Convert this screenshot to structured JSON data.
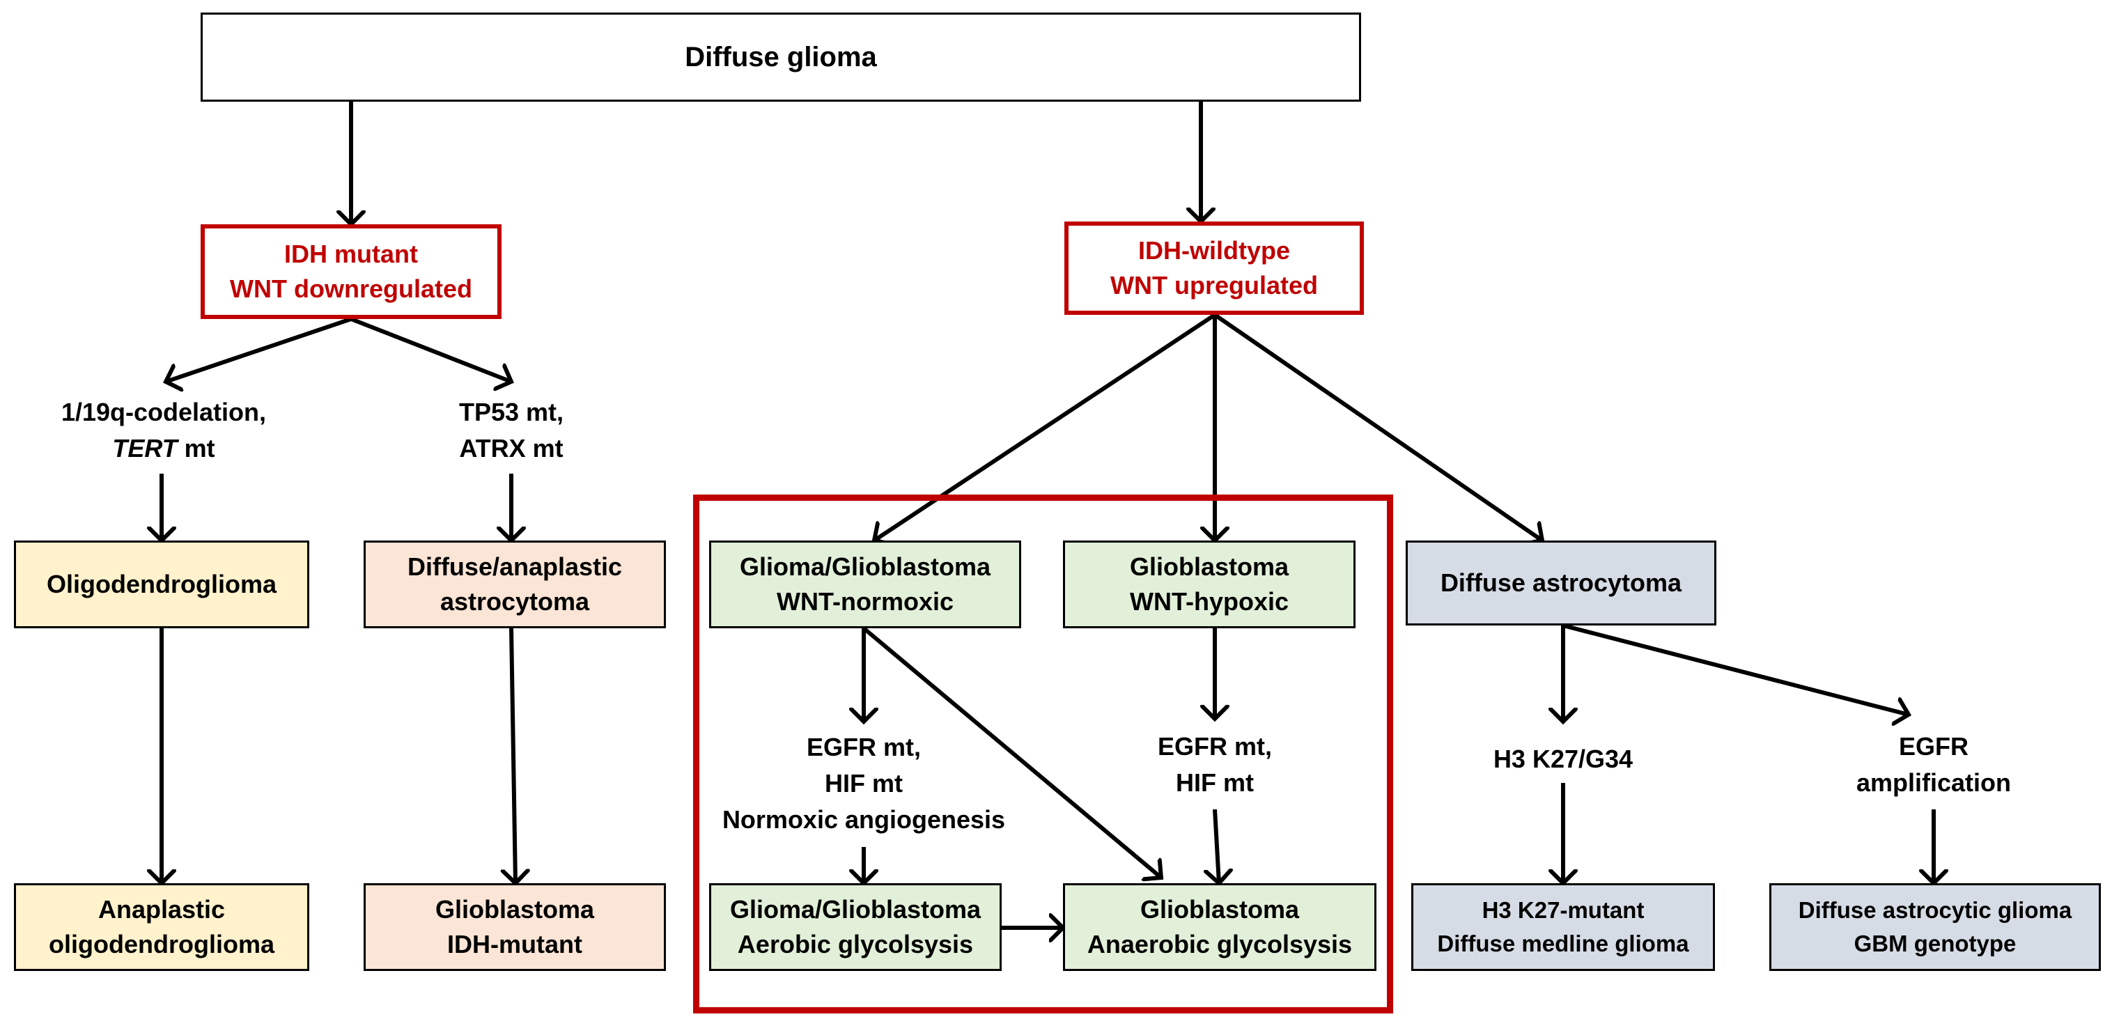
{
  "colors": {
    "red": "#c00000",
    "yellow_fill": "#fff2cc",
    "peach_fill": "#fbe5d6",
    "green_fill": "#e2f0d9",
    "blue_fill": "#d6dce5"
  },
  "root": {
    "label": "Diffuse glioma"
  },
  "idh_mutant": {
    "line1": "IDH mutant",
    "line2": "WNT downregulated"
  },
  "idh_wildtype": {
    "line1": "IDH-wildtype",
    "line2": "WNT upregulated"
  },
  "codeletion_label": {
    "line1": "1/19q-codelation,",
    "line2_italic": "TERT",
    "line2_rest": " mt"
  },
  "tp53_label": {
    "line1": "TP53 mt,",
    "line2": "ATRX mt"
  },
  "oligodendroglioma": {
    "label": "Oligodendroglioma"
  },
  "diffuse_anaplastic": {
    "line1": "Diffuse/anaplastic",
    "line2": "astrocytoma"
  },
  "anaplastic_oligo": {
    "line1": "Anaplastic",
    "line2": "oligodendroglioma"
  },
  "gbm_idh_mutant": {
    "line1": "Glioblastoma",
    "line2": "IDH-mutant"
  },
  "glioma_normoxic": {
    "line1": "Glioma/Glioblastoma",
    "line2": "WNT-normoxic"
  },
  "gbm_hypoxic": {
    "line1": "Glioblastoma",
    "line2": "WNT-hypoxic"
  },
  "egfr_normoxic_label": {
    "line1": "EGFR mt,",
    "line2": "HIF mt",
    "line3": "Normoxic angiogenesis"
  },
  "egfr_hypoxic_label": {
    "line1": "EGFR mt,",
    "line2": "HIF mt"
  },
  "glioma_aerobic": {
    "line1": "Glioma/Glioblastoma",
    "line2": "Aerobic glycolsysis"
  },
  "gbm_anaerobic": {
    "line1": "Glioblastoma",
    "line2": "Anaerobic glycolsysis"
  },
  "diffuse_astrocytoma": {
    "label": "Diffuse astrocytoma"
  },
  "h3_label": {
    "label": "H3 K27/G34"
  },
  "egfr_amp_label": {
    "line1": "EGFR",
    "line2": "amplification"
  },
  "h3_mutant": {
    "line1": "H3 K27-mutant",
    "line2": "Diffuse medline glioma"
  },
  "gbm_genotype": {
    "line1": "Diffuse astrocytic glioma",
    "line2": "GBM genotype"
  }
}
